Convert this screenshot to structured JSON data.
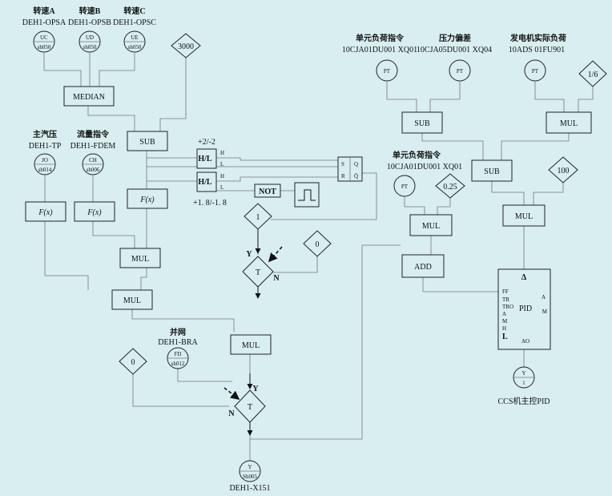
{
  "colors": {
    "background": "#d8eef0",
    "stroke": "#222222",
    "wire": "#777777"
  },
  "inputs": {
    "speed_a": {
      "title": "转速A",
      "tag": "DEH1-OPSA",
      "code": "UC",
      "sheet": "sh050"
    },
    "speed_b": {
      "title": "转速B",
      "tag": "DEH1-OPSB",
      "code": "UD",
      "sheet": "sh050"
    },
    "speed_c": {
      "title": "转速C",
      "tag": "DEH1-OPSC",
      "code": "UE",
      "sheet": "sh050"
    },
    "main_steam": {
      "title": "主汽压",
      "tag": "DEH1-TP",
      "code": "JO",
      "sheet": "sh014"
    },
    "flow_cmd": {
      "title": "流量指令",
      "tag": "DEH1-FDEM",
      "code": "CH",
      "sheet": "sh006"
    },
    "unit_load_cmd": {
      "title": "单元负荷指令",
      "tag": "10CJA01DU001  XQ01",
      "code": "PT"
    },
    "pressure_dev": {
      "title": "压力偏差",
      "tag": "10CJA05DU001  XQ04",
      "code": "PT"
    },
    "gen_load": {
      "title": "发电机实际负荷",
      "tag": "10ADS 01FU901",
      "code": "PT"
    },
    "unit_load_cmd2": {
      "title": "单元负荷指令",
      "tag": "10CJA01DU001  XQ01",
      "code": "PT"
    },
    "grid": {
      "title": "并网",
      "tag": "DEH1-BRA",
      "code": "FD",
      "sheet": "sh012"
    }
  },
  "blocks": {
    "median": "MEDIAN",
    "sub1": "SUB",
    "sub2": "SUB",
    "sub3": "SUB",
    "mul_gen": "MUL",
    "mul_a": "MUL",
    "mul_b": "MUL",
    "mul_c": "MUL",
    "mul_d": "MUL",
    "mul_e": "MUL",
    "add": "ADD",
    "fx1": "F(x)",
    "fx2": "F(x)",
    "fx3": "F(x)",
    "hl": "H/L",
    "not": "NOT",
    "transfer": "T",
    "flipflop": {
      "s": "S",
      "r": "R",
      "q": "Q",
      "qbar": "Q̄"
    },
    "hl_h": "H",
    "hl_l": "L"
  },
  "constants": {
    "c3000": "3000",
    "c1": "1",
    "c0": "0",
    "c0b": "0",
    "c025": "0.25",
    "c100": "100",
    "c16": "1/6"
  },
  "limits": {
    "upper": "+2/-2",
    "lower": "+1. 8/-1. 8"
  },
  "transfer_labels": {
    "y": "Y",
    "n": "N"
  },
  "pid": {
    "delta": "Δ",
    "left": [
      "FF",
      "TR",
      "TRO",
      "A",
      "M",
      "H",
      "L"
    ],
    "center": "PID",
    "a": "A",
    "m": "M",
    "ao": "AO",
    "output_code": "Y",
    "output_sheet": "l",
    "caption": "CCS机主控PID"
  },
  "output": {
    "code": "Y",
    "sheet": "Sh005",
    "tag": "DEH1-X151"
  }
}
